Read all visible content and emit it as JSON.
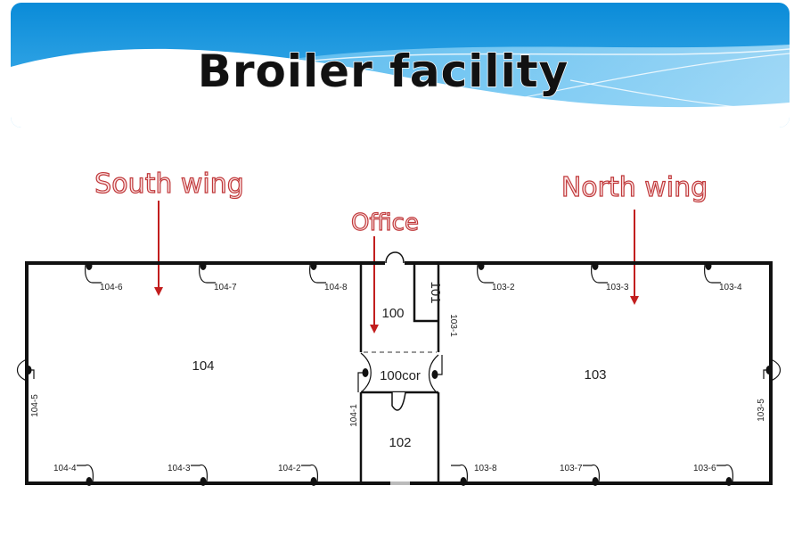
{
  "slide": {
    "title": "Broiler facility",
    "colors": {
      "banner_top": "#0b8fdc",
      "banner_light": "#8fd0f5",
      "annotation": "#c0393b",
      "arrow": "#c21e1e"
    }
  },
  "annotations": {
    "south_wing": "South wing",
    "office": "Office",
    "north_wing": "North wing"
  },
  "rooms": {
    "r104": "104",
    "r103": "103",
    "r100": "100",
    "r101": "101",
    "r100cor": "100cor",
    "r102": "102"
  },
  "doors": {
    "d104_6": "104-6",
    "d104_7": "104-7",
    "d104_8": "104-8",
    "d103_2": "103-2",
    "d103_3": "103-3",
    "d103_4": "103-4",
    "d104_4": "104-4",
    "d104_3": "104-3",
    "d104_2": "104-2",
    "d103_8": "103-8",
    "d103_7": "103-7",
    "d103_6": "103-6",
    "d104_5": "104-5",
    "d103_5": "103-5",
    "d104_1": "104-1",
    "d103_1": "103-1"
  }
}
